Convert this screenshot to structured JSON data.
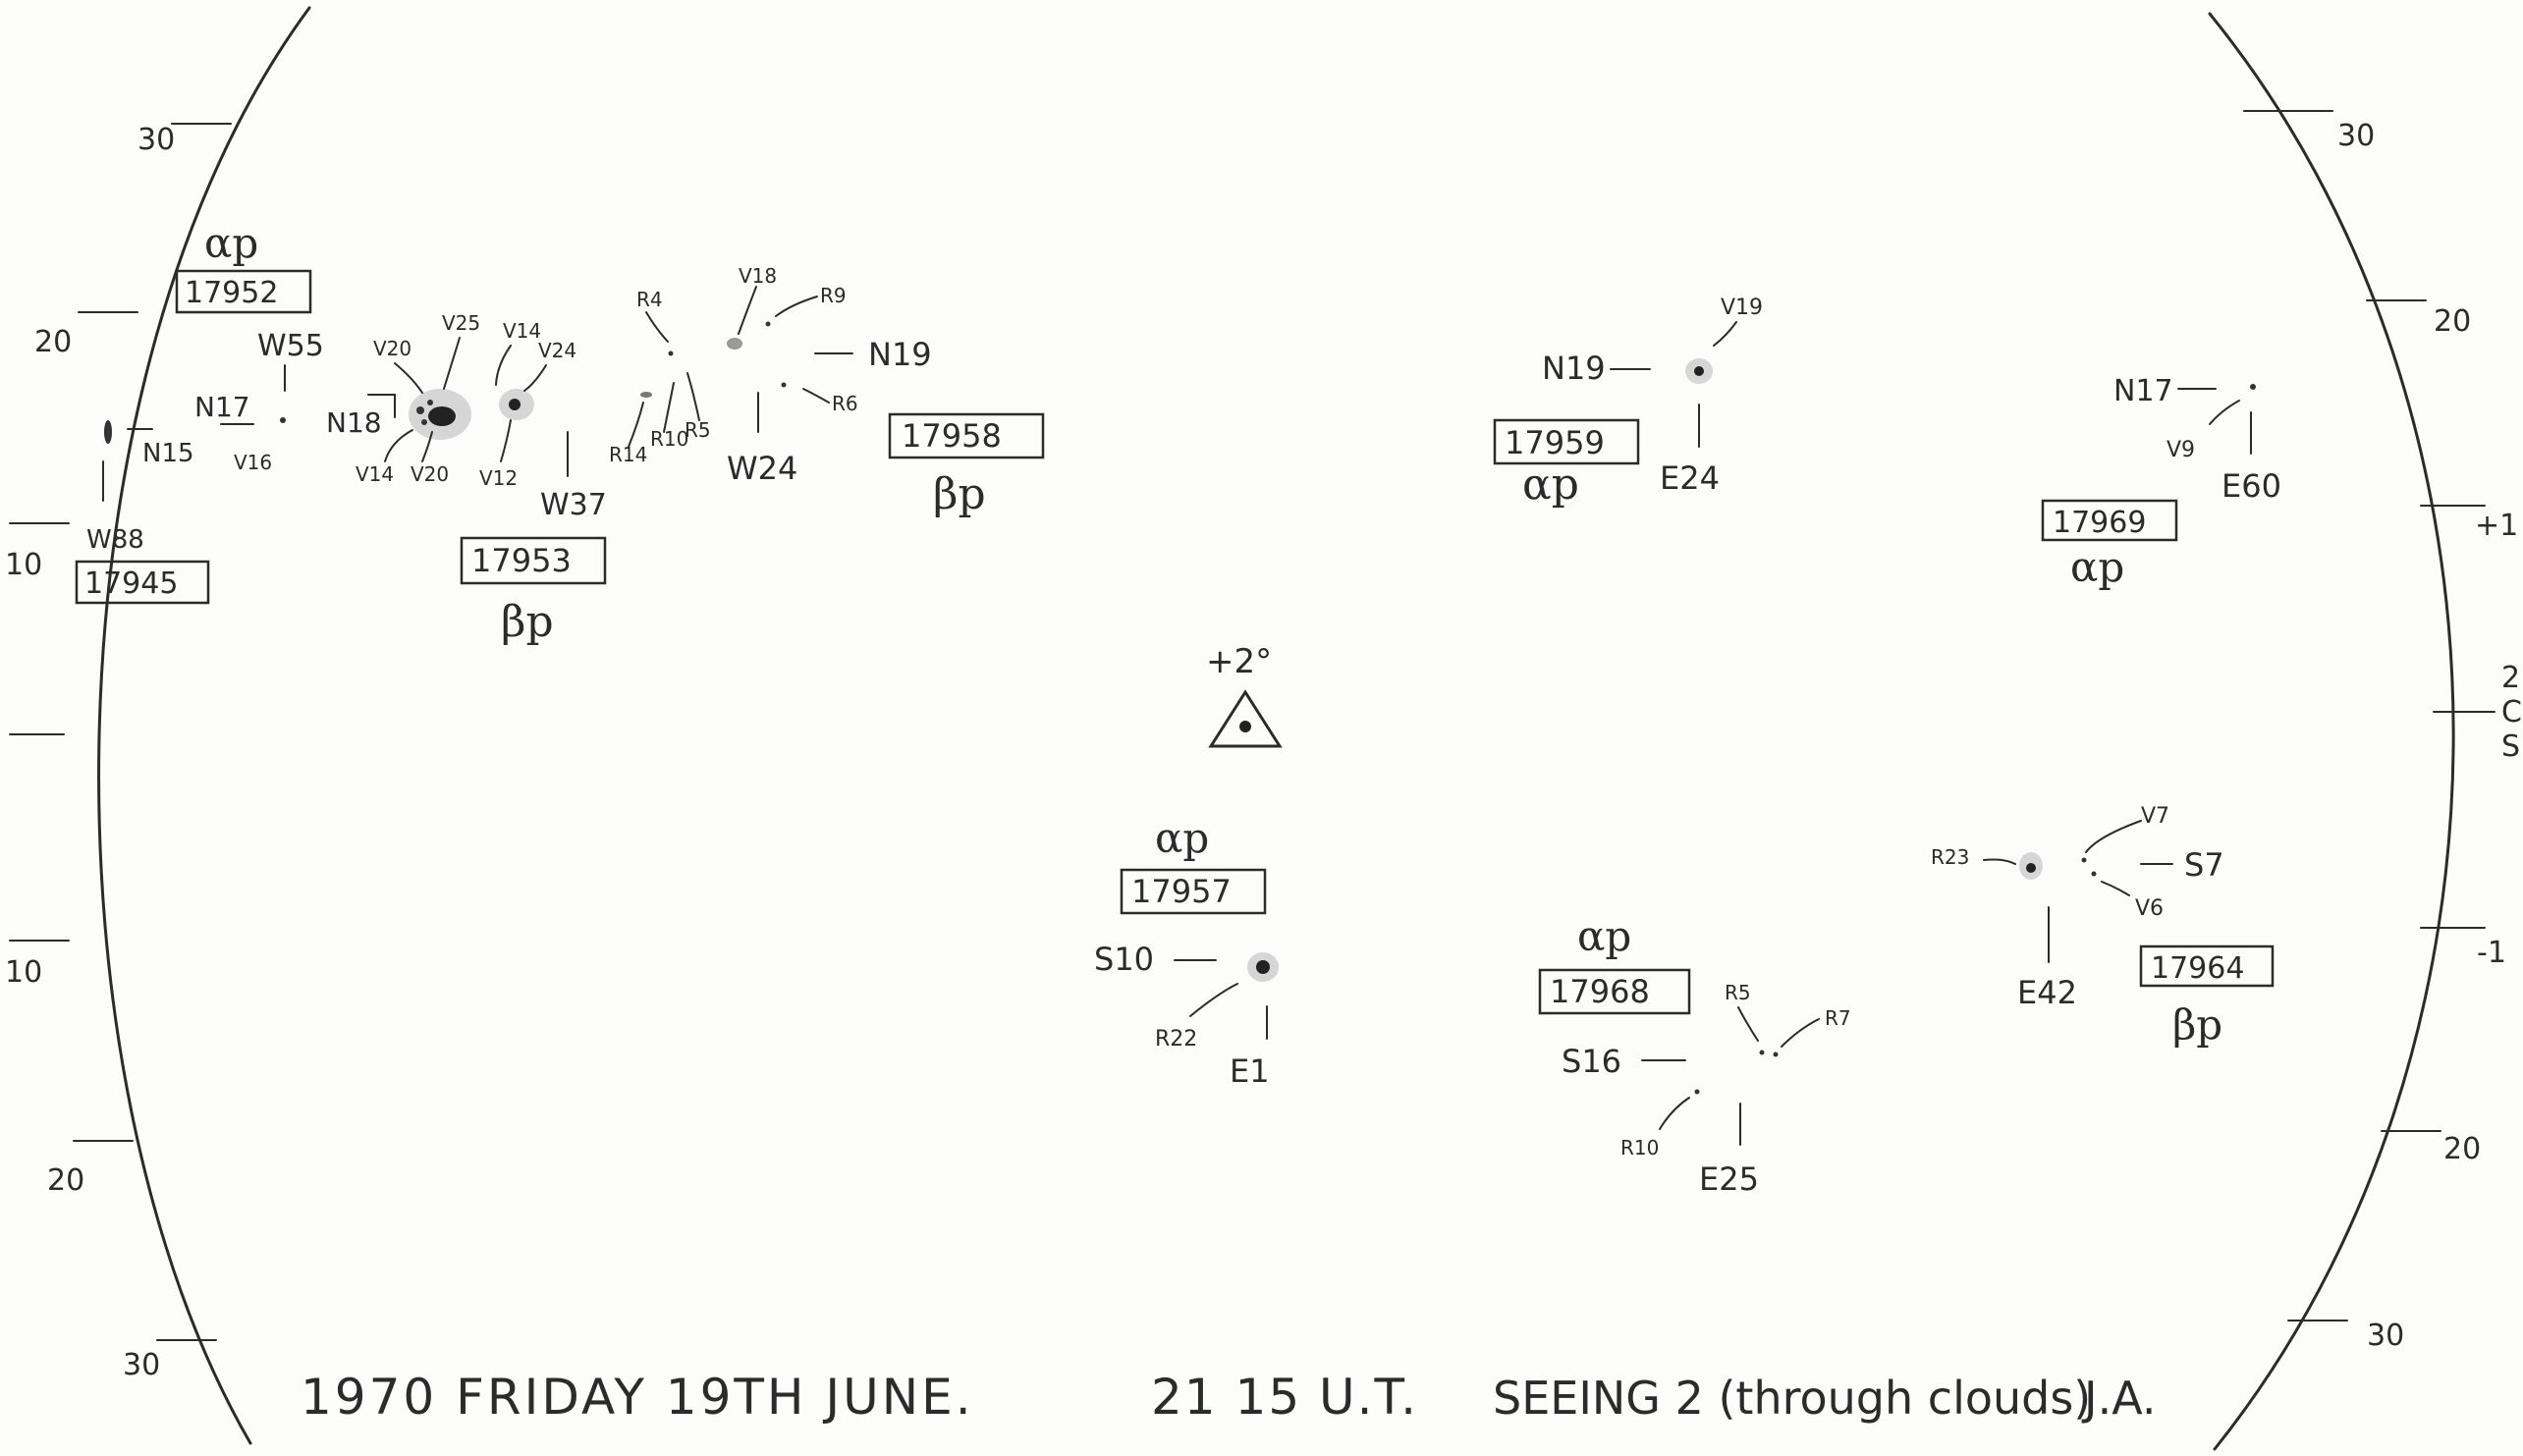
{
  "left_scale": [
    "30",
    "20",
    "10",
    "10",
    "20",
    "30"
  ],
  "right_scale": [
    "30",
    "20",
    "+1",
    "2",
    "C",
    "S",
    "-1",
    "20",
    "30"
  ],
  "center_marker": {
    "label": "+2°"
  },
  "groups": {
    "g17945": {
      "number": "17945",
      "lon": "W88",
      "lat": "N15"
    },
    "g17952": {
      "class": "αp",
      "number": "17952",
      "lon": "W55",
      "lat": "N17",
      "spot": "V16"
    },
    "g17953": {
      "class": "βp",
      "number": "17953",
      "lon": "W37",
      "lat": "N18",
      "spots": [
        "V20",
        "V25",
        "V14",
        "V24",
        "V14",
        "V20",
        "V12"
      ]
    },
    "g17958": {
      "class": "βp",
      "number": "17958",
      "lon": "W24",
      "lat": "N19",
      "spots": [
        "R4",
        "V18",
        "R9",
        "R6",
        "R14",
        "R10",
        "R5"
      ]
    },
    "g17959": {
      "class": "αp",
      "number": "17959",
      "lon": "E24",
      "lat": "N19",
      "spot": "V19"
    },
    "g17969": {
      "class": "αp",
      "number": "17969",
      "lon": "E60",
      "lat": "N17",
      "spot": "V9"
    },
    "g17957": {
      "class": "αp",
      "number": "17957",
      "lon": "E1",
      "lat": "S10",
      "spot": "R22"
    },
    "g17968": {
      "class": "αp",
      "number": "17968",
      "lon": "E25",
      "lat": "S16",
      "spots": [
        "R5",
        "R7",
        "R10"
      ]
    },
    "g17964": {
      "class": "βp",
      "number": "17964",
      "lon": "E42",
      "lat": "S7",
      "spots": [
        "R23",
        "V7",
        "V6"
      ]
    }
  },
  "footer": {
    "date": "1970 FRIDAY 19TH JUNE.",
    "time": "21 15 U.T.",
    "seeing": "SEEING 2 (through clouds)",
    "initials": "J.A."
  },
  "colors": {
    "ink": "#2b2b2b",
    "paper": "#fcfcfb"
  }
}
